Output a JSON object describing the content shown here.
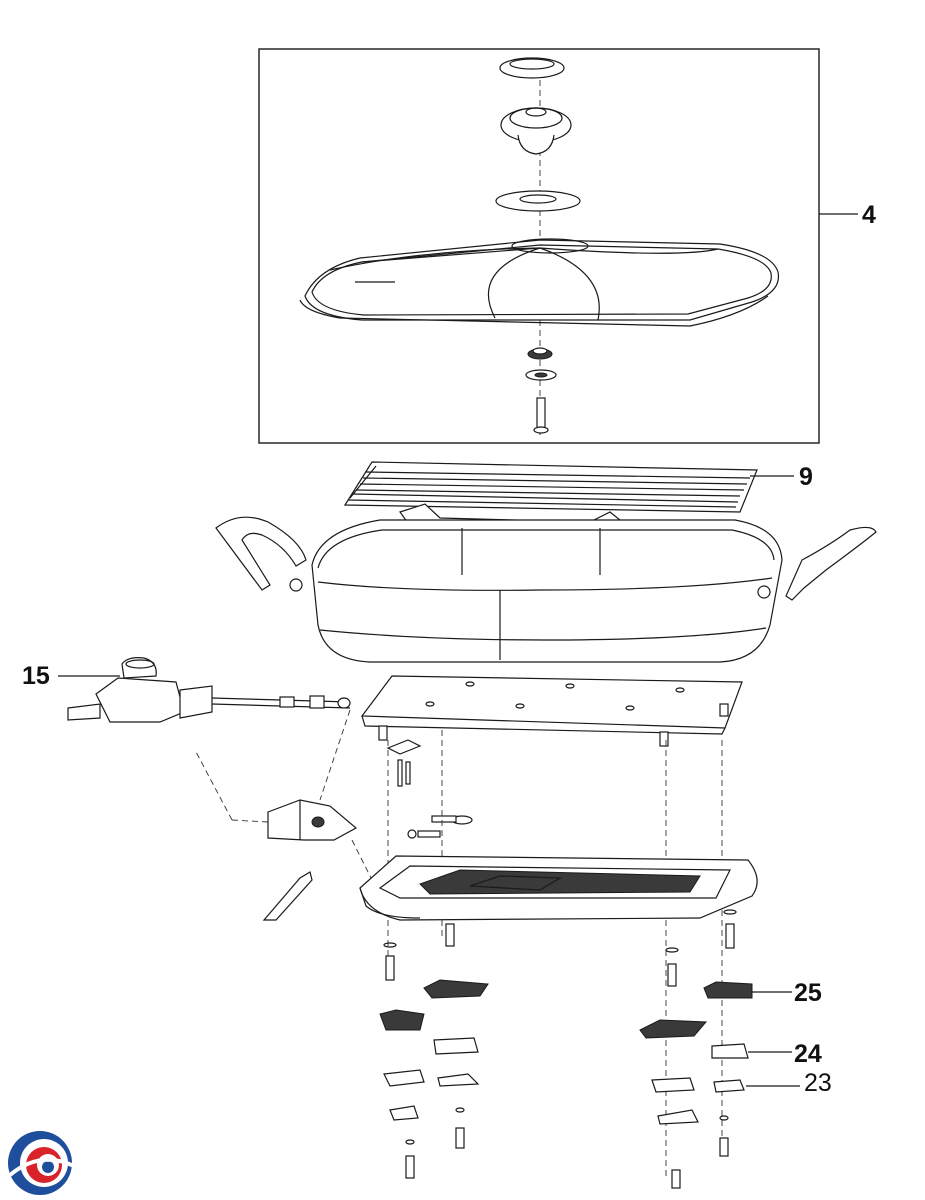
{
  "callouts": [
    {
      "id": "lid-assembly",
      "label": "4"
    },
    {
      "id": "grill-rack",
      "label": "9"
    },
    {
      "id": "temperature-control",
      "label": "15"
    },
    {
      "id": "foot-insert",
      "label": "25"
    },
    {
      "id": "foot-pad",
      "label": "24"
    },
    {
      "id": "foot-washer",
      "label": "23"
    }
  ],
  "colors": {
    "line": "#1a1a1a",
    "logo_blue": "#1f4e9c",
    "logo_red": "#d8232a"
  }
}
